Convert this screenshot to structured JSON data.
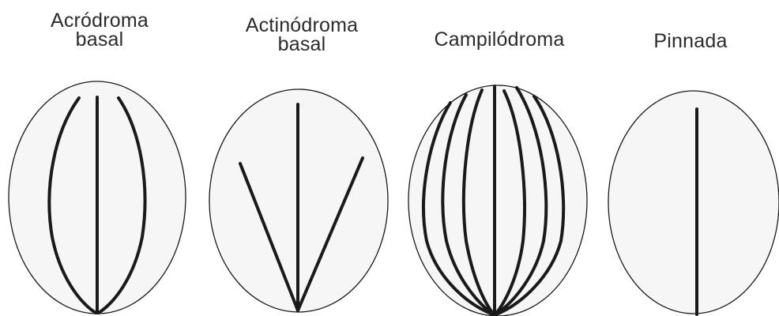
{
  "diagram": {
    "types": [
      {
        "line1": "Acródroma",
        "line2": "basal"
      },
      {
        "line1": "Actinódroma",
        "line2": "basal"
      },
      {
        "line1": "Campilódroma",
        "line2": ""
      },
      {
        "line1": "Pinnada",
        "line2": ""
      }
    ]
  },
  "colors": {
    "leaf_fill": "#f6f6f6",
    "leaf_outline": "#1a1a1a",
    "vein": "#1a1a1a",
    "text": "#2b2b2b"
  }
}
